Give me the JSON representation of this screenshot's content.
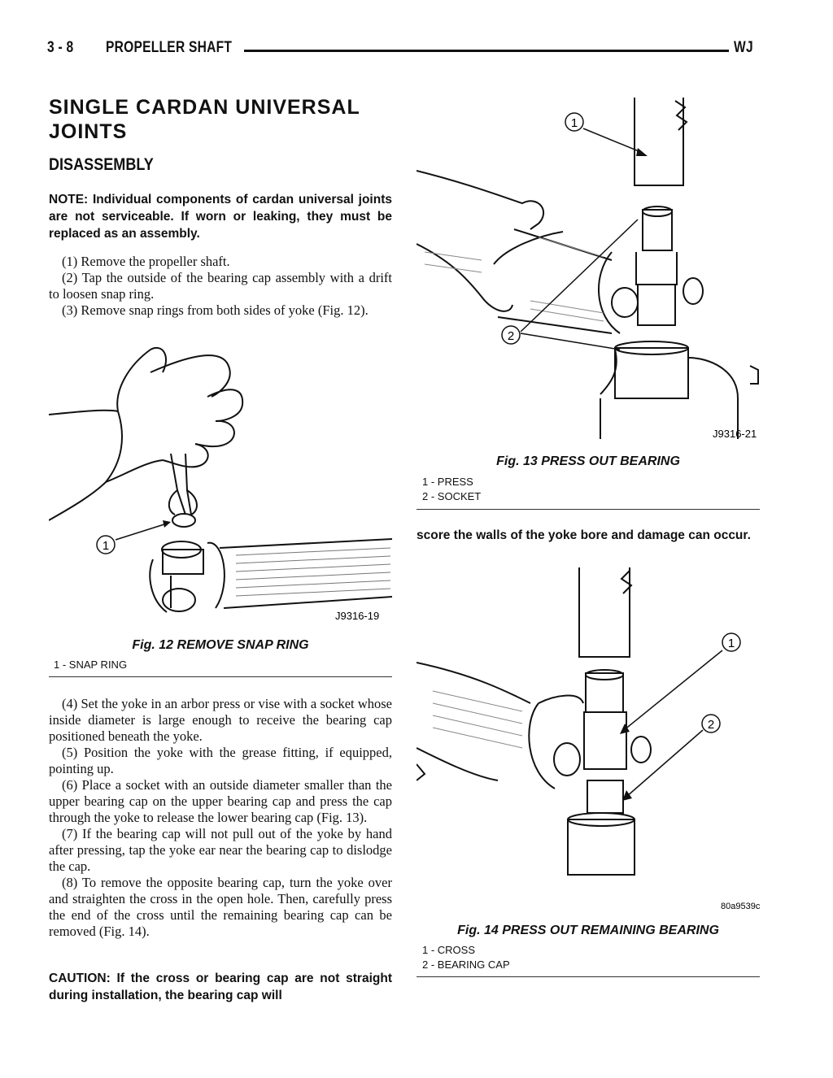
{
  "header": {
    "page_number": "3 - 8",
    "section": "PROPELLER SHAFT",
    "model": "WJ"
  },
  "title": {
    "line1": "SINGLE CARDAN UNIVERSAL",
    "line2": "JOINTS"
  },
  "subtitle": "DISASSEMBLY",
  "note": "NOTE: Individual components of cardan universal joints are not serviceable. If worn or leaking, they must be replaced as an assembly.",
  "steps_a": [
    "(1) Remove the propeller shaft.",
    "(2) Tap the outside of the bearing cap assembly with a drift to loosen snap ring.",
    "(3) Remove snap rings from both sides of yoke (Fig. 12)."
  ],
  "steps_b": [
    "(4) Set the yoke in an arbor press or vise with a socket whose inside diameter is large enough to receive the bearing cap positioned beneath the yoke.",
    "(5) Position the yoke with the grease fitting, if equipped, pointing up.",
    "(6) Place a socket with an outside diameter smaller than the upper bearing cap on the upper bearing cap and press the cap through the yoke to release the lower bearing cap (Fig. 13).",
    "(7) If the bearing cap will not pull out of the yoke by hand after pressing, tap the yoke ear near the bearing cap to dislodge the cap.",
    "(8) To remove the opposite bearing cap, turn the yoke over and straighten the cross in the open hole. Then, carefully press the end of the cross until the remaining bearing cap can be removed (Fig. 14)."
  ],
  "caution": "CAUTION: If the cross or bearing cap are not straight during installation, the bearing cap will",
  "continuation": "score the walls of the yoke bore and damage can occur.",
  "fig12": {
    "code": "J9316-19",
    "caption": "Fig. 12 REMOVE SNAP RING",
    "callout1": "1",
    "legend": [
      "1 - SNAP RING"
    ]
  },
  "fig13": {
    "code": "J9316-21",
    "caption": "Fig. 13 PRESS OUT BEARING",
    "callout1": "1",
    "callout2": "2",
    "legend": [
      "1 - PRESS",
      "2 - SOCKET"
    ]
  },
  "fig14": {
    "code": "80a9539c",
    "caption": "Fig. 14 PRESS OUT REMAINING BEARING",
    "callout1": "1",
    "callout2": "2",
    "legend": [
      "1 - CROSS",
      "2 - BEARING CAP"
    ]
  }
}
